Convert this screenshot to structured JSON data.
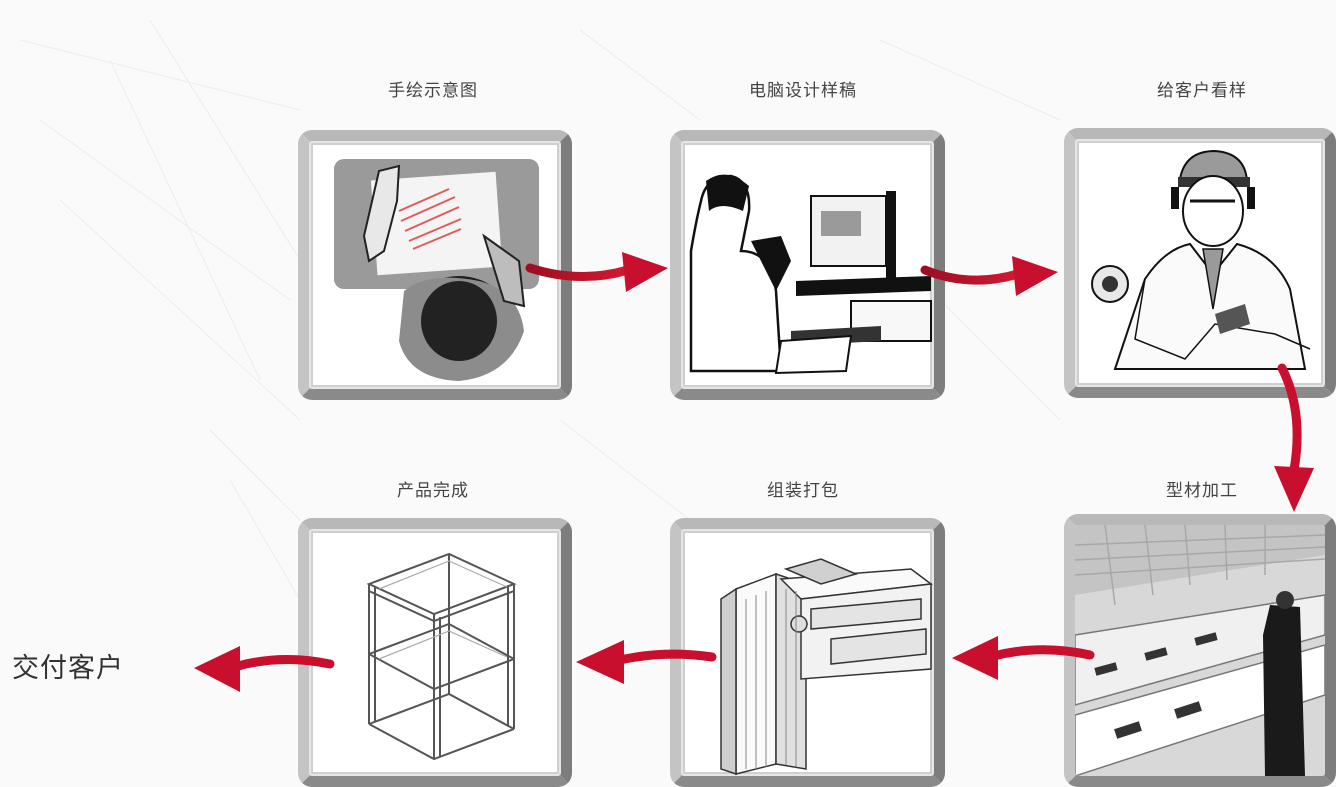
{
  "steps": [
    {
      "id": "sketch",
      "label": "手绘示意图",
      "icon": "hand-drawing-icon"
    },
    {
      "id": "cad",
      "label": "电脑设计样稿",
      "icon": "computer-design-icon"
    },
    {
      "id": "review",
      "label": "给客户看样",
      "icon": "customer-review-icon"
    },
    {
      "id": "machining",
      "label": "型材加工",
      "icon": "factory-machining-icon"
    },
    {
      "id": "assembly",
      "label": "组装打包",
      "icon": "profile-assembly-icon"
    },
    {
      "id": "finished",
      "label": "产品完成",
      "icon": "frame-product-icon"
    }
  ],
  "final": {
    "label": "交付客户"
  },
  "colors": {
    "arrow": "#c8102e",
    "frame": "#9a9a9a",
    "accent_red": "#e05a5a"
  }
}
